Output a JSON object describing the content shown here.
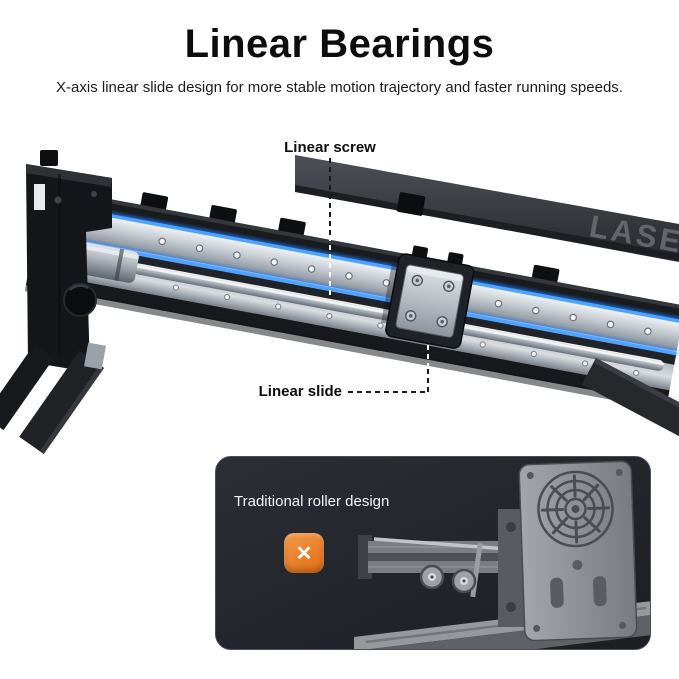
{
  "header": {
    "title": "Linear Bearings",
    "subtitle": "X-axis linear slide design for more stable motion trajectory and faster running speeds."
  },
  "annotations": {
    "linear_screw": "Linear screw",
    "linear_slide": "Linear slide"
  },
  "inset": {
    "label": "Traditional roller design",
    "icon": "cross-icon",
    "icon_glyph": "✕"
  },
  "watermark": "LASERT",
  "colors": {
    "accent_blue": "#4da3ff",
    "badge_orange": "#e8741f",
    "inset_background": "#24272c",
    "page_background": "#ffffff",
    "title_color": "#0d0d0d"
  }
}
